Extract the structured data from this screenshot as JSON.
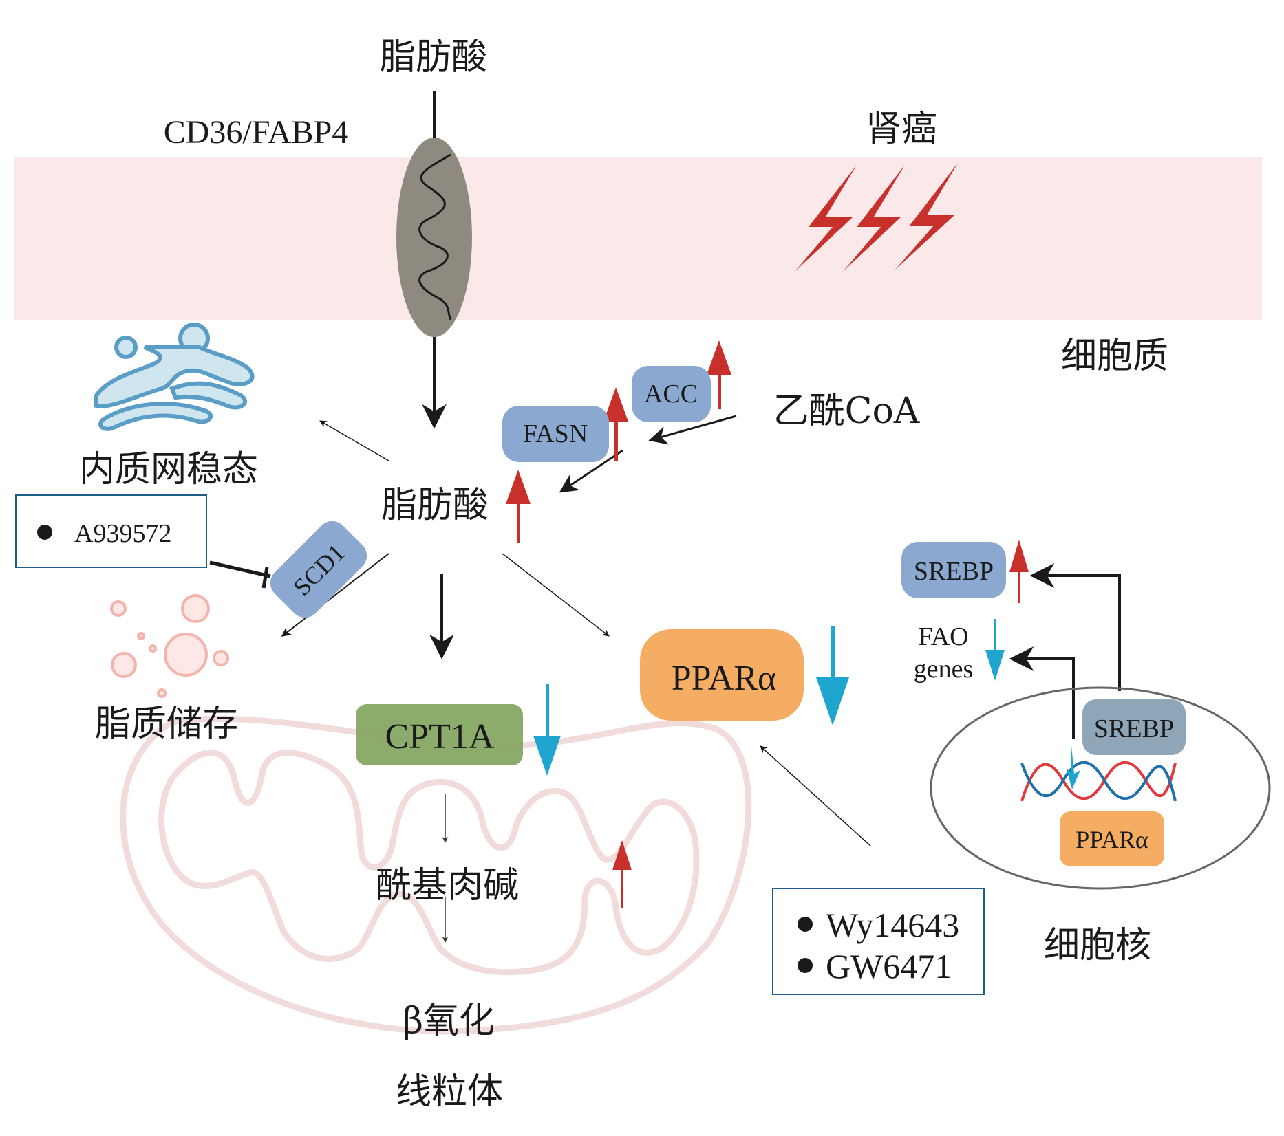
{
  "diagram": {
    "title": "Fatty acid metabolism in kidney cancer",
    "colors": {
      "membrane": "#fbe8e9",
      "transporter": "#8f8a80",
      "enzyme_blue": "#8aa8d0",
      "cpt1a_green": "#86a864",
      "ppar_orange": "#f5ad63",
      "srebp_nuclear": "#8fa6b8",
      "up_red": "#c8302c",
      "down_cyan": "#1ea5d0",
      "mito_outline": "#f1dcdb",
      "er_blue": "#5a9ec8",
      "er_fill": "#cfe6ef",
      "lipid_pink": "#f4b4ae",
      "box_border": "#1e5f8a",
      "nucleus_outline": "#666666",
      "dna_red": "#e03a3e",
      "dna_blue": "#1f6faa"
    },
    "labels": {
      "fatty_acid_top": "脂肪酸",
      "transporter": "CD36/FABP4",
      "kidney_cancer": "肾癌",
      "cytoplasm": "细胞质",
      "er_homeostasis": "内质网稳态",
      "fatty_acid_center": "脂肪酸",
      "acetyl_coa": "乙酰CoA",
      "lipid_storage": "脂质储存",
      "acylcarnitine": "酰基肉碱",
      "beta_oxidation": "β氧化",
      "mitochondria": "线粒体",
      "fao_genes_line1": "FAO",
      "fao_genes_line2": "genes",
      "nucleus": "细胞核"
    },
    "nodes": {
      "acc": "ACC",
      "fasn": "FASN",
      "scd1": "SCD1",
      "cpt1a": "CPT1A",
      "ppara": "PPARα",
      "srebp_cyto": "SREBP",
      "srebp_nuclear": "SREBP",
      "ppara_nuclear": "PPARα"
    },
    "inhibitor_boxes": {
      "scd1_inhibitors": [
        "A939572"
      ],
      "ppara_modulators": [
        "Wy14643",
        "GW6471"
      ]
    },
    "regulation": {
      "acc": "up",
      "fasn": "up",
      "fatty_acid": "up",
      "srebp": "up",
      "fao_genes": "down",
      "ppara": "down",
      "cpt1a": "down",
      "acylcarnitine": "up"
    }
  }
}
